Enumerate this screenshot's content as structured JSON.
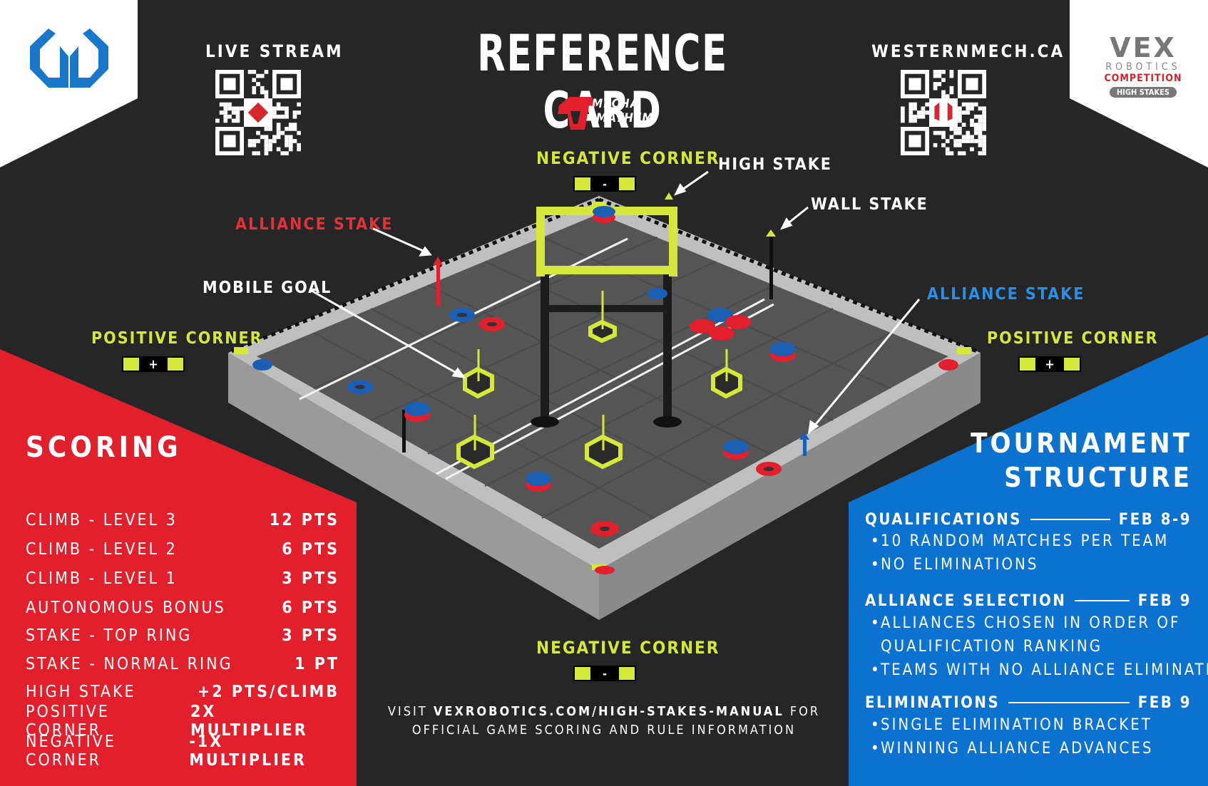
{
  "header": {
    "title": "REFERENCE CARD",
    "live_stream": "LIVE STREAM",
    "website": "WESTERNMECH.CA"
  },
  "logos": {
    "team_logo_name": "western-mech-logo-icon",
    "mecha_line1": "MECHA",
    "mecha_line2": "MAYHEM",
    "vex_word": "VEX",
    "vex_robotics": "ROBOTICS",
    "vex_competition": "COMPETITION",
    "vex_game": "HIGH STAKES"
  },
  "field_labels": {
    "negative_corner_top": "NEGATIVE CORNER",
    "negative_corner_bottom": "NEGATIVE CORNER",
    "high_stake": "HIGH STAKE",
    "wall_stake": "WALL STAKE",
    "alliance_stake_red": "ALLIANCE STAKE",
    "alliance_stake_blue": "ALLIANCE STAKE",
    "mobile_goal": "MOBILE GOAL",
    "positive_corner_left": "POSITIVE CORNER",
    "positive_corner_right": "POSITIVE CORNER",
    "minus_sign": "-",
    "plus_sign": "+"
  },
  "scoring": {
    "title": "SCORING",
    "rows": [
      {
        "label": "CLIMB - LEVEL 3",
        "value": "12 PTS"
      },
      {
        "label": "CLIMB - LEVEL 2",
        "value": "6 PTS"
      },
      {
        "label": "CLIMB - LEVEL 1",
        "value": "3 PTS"
      },
      {
        "label": "AUTONOMOUS BONUS",
        "value": "6 PTS"
      },
      {
        "label": "STAKE - TOP RING",
        "value": "3 PTS"
      },
      {
        "label": "STAKE - NORMAL RING",
        "value": "1 PT"
      },
      {
        "label": "HIGH STAKE",
        "value": "+2 PTS/CLIMB"
      },
      {
        "label": "POSITIVE CORNER",
        "value": "2X MULTIPLIER"
      },
      {
        "label": "NEGATIVE CORNER",
        "value": "-1X MULTIPLIER"
      }
    ]
  },
  "tournament": {
    "title_line1": "TOURNAMENT",
    "title_line2": "STRUCTURE",
    "sections": [
      {
        "name": "QUALIFICATIONS",
        "date": "FEB 8-9",
        "bullets": [
          "10 RANDOM MATCHES PER TEAM",
          "NO ELIMINATIONS"
        ]
      },
      {
        "name": "ALLIANCE SELECTION",
        "date": "FEB 9",
        "bullets": [
          "ALLIANCES CHOSEN IN ORDER OF",
          "QUALIFICATION RANKING",
          "TEAMS WITH NO ALLIANCE ELIMINATED"
        ]
      },
      {
        "name": "ELIMINATIONS",
        "date": "FEB 9",
        "bullets": [
          "SINGLE ELIMINATION BRACKET",
          "WINNING ALLIANCE ADVANCES"
        ]
      }
    ]
  },
  "footer": {
    "visit": "VISIT",
    "url": "VEXROBOTICS.COM/HIGH-STAKES-MANUAL",
    "for": "FOR",
    "line2": "OFFICIAL GAME SCORING AND RULE INFORMATION"
  },
  "colors": {
    "background": "#262626",
    "red": "#e21f2c",
    "blue": "#0b72cf",
    "lime": "#d4e83a"
  }
}
